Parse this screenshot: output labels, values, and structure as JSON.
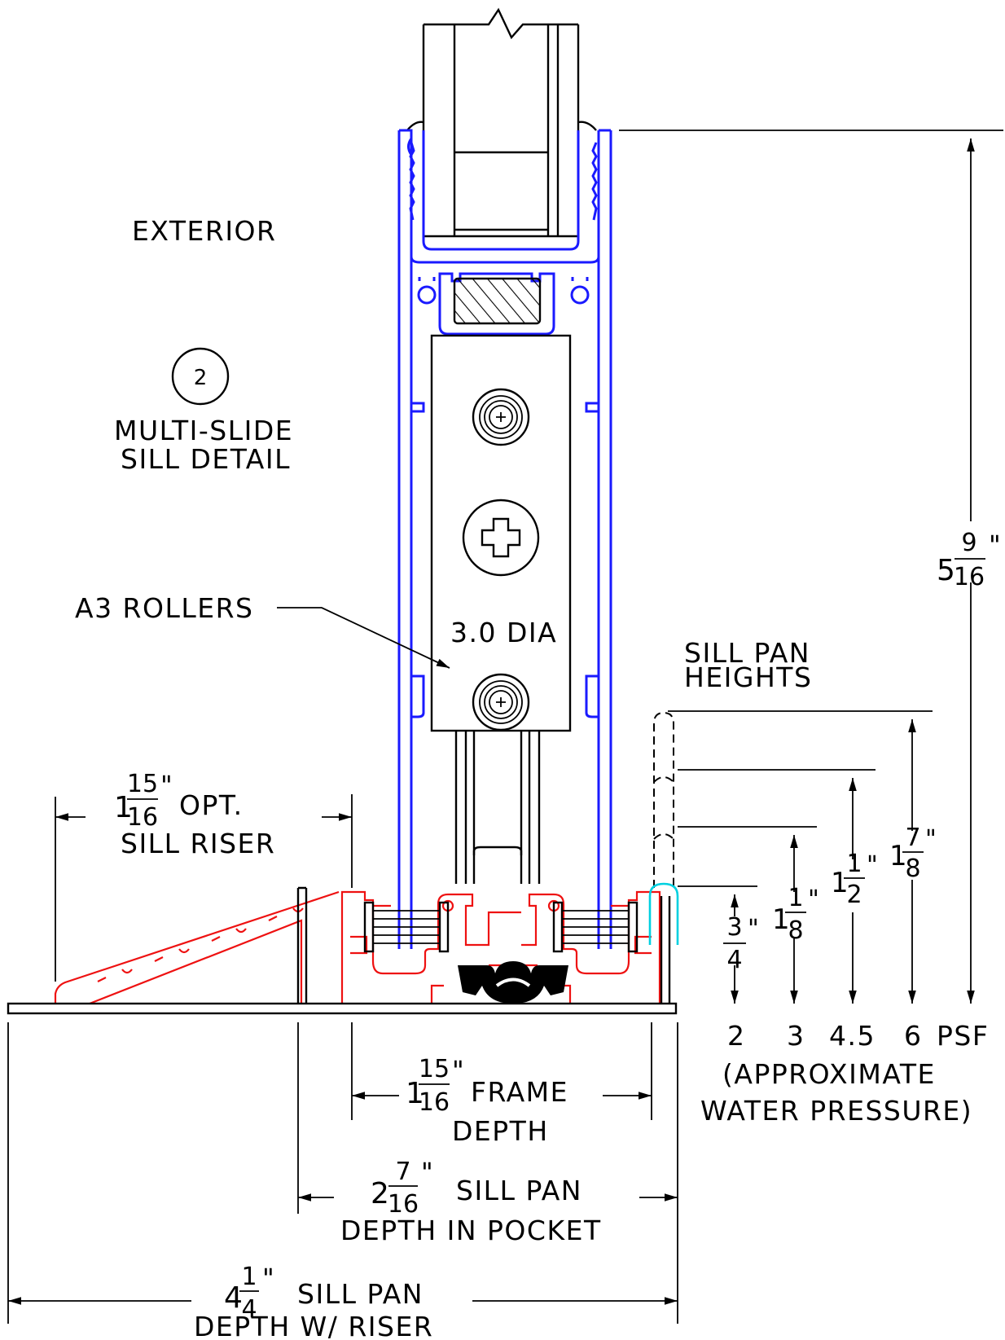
{
  "labels": {
    "exterior": "EXTERIOR",
    "detail_number": "2",
    "detail_title_1": "MULTI-SLIDE",
    "detail_title_2": "SILL DETAIL",
    "rollers": "A3 ROLLERS",
    "roller_dia": "3.0 DIA",
    "sill_pan_heights_1": "SILL PAN",
    "sill_pan_heights_2": "HEIGHTS",
    "psf_2": "2",
    "psf_3": "3",
    "psf_45": "4.5",
    "psf_6": "6",
    "psf_unit": "PSF",
    "water_1": "(APPROXIMATE",
    "water_2": "WATER PRESSURE)"
  },
  "dimensions": {
    "overall_height": {
      "whole": "5",
      "num": "9",
      "den": "16",
      "mark": "\""
    },
    "opt_riser": {
      "whole": "1",
      "num": "15",
      "den": "16",
      "mark": "\"",
      "text_1": "OPT.",
      "text_2": "SILL RISER"
    },
    "frame_depth": {
      "whole": "1",
      "num": "15",
      "den": "16",
      "mark": "\"",
      "text_1": "FRAME",
      "text_2": "DEPTH"
    },
    "pan_pocket": {
      "whole": "2",
      "num": "7",
      "den": "16",
      "mark": "\"",
      "text_1": "SILL PAN",
      "text_2": "DEPTH IN POCKET"
    },
    "pan_riser": {
      "whole": "4",
      "num": "1",
      "den": "4",
      "mark": "\"",
      "text_1": "SILL PAN",
      "text_2": "DEPTH W/ RISER"
    },
    "h_34": {
      "whole": "",
      "num": "3",
      "den": "4",
      "mark": "\""
    },
    "h_118": {
      "whole": "1",
      "num": "1",
      "den": "8",
      "mark": "\""
    },
    "h_112": {
      "whole": "1",
      "num": "1",
      "den": "2",
      "mark": "\""
    },
    "h_178": {
      "whole": "1",
      "num": "7",
      "den": "8",
      "mark": "\""
    }
  },
  "colors": {
    "frame": "#1a1aff",
    "sill": "#ee1111",
    "pan_clip": "#00d0e0",
    "gasket": "#000000"
  }
}
